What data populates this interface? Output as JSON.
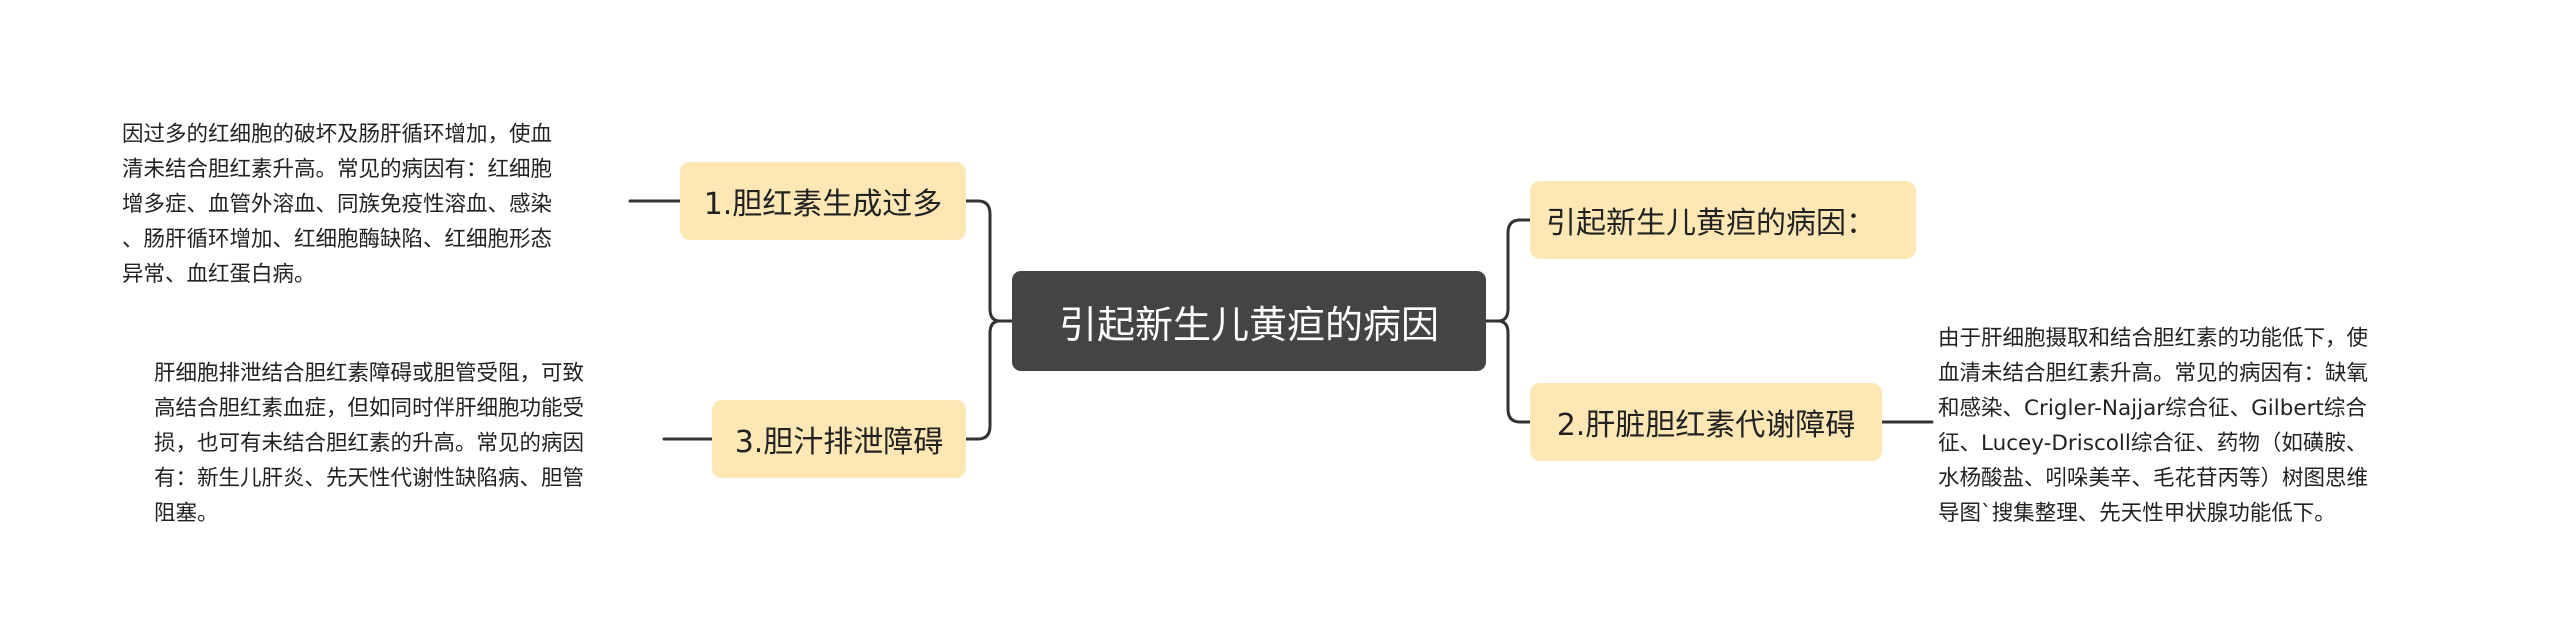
{
  "root": {
    "label": "引起新生儿黄疸的病因"
  },
  "branches": {
    "b1": {
      "label": "1.胆红素生成过多"
    },
    "b3": {
      "label": "3.胆汁排泄障碍"
    },
    "r1": {
      "label": "引起新生儿黄疸的病因："
    },
    "b2": {
      "label": "2.肝脏胆红素代谢障碍"
    }
  },
  "leaves": {
    "b1": {
      "lines": [
        "因过多的红细胞的破坏及肠肝循环增加，使血",
        "清未结合胆红素升高。常见的病因有：红细胞",
        "增多症、血管外溶血、同族免疫性溶血、感染",
        "、肠肝循环增加、红细胞酶缺陷、红细胞形态",
        "异常、血红蛋白病。"
      ]
    },
    "b3": {
      "lines": [
        "肝细胞排泄结合胆红素障碍或胆管受阻，可致",
        "高结合胆红素血症，但如同时伴肝细胞功能受",
        "损，也可有未结合胆红素的升高。常见的病因",
        "有：新生儿肝炎、先天性代谢性缺陷病、胆管",
        "阻塞。"
      ]
    },
    "b2": {
      "lines": [
        "由于肝细胞摄取和结合胆红素的功能低下，使",
        "血清未结合胆红素升高。常见的病因有：缺氧",
        "和感染、Crigler-Najjar综合征、Gilbert综合",
        "征、Lucey-Driscoll综合征、药物（如磺胺、",
        "水杨酸盐、吲哚美辛、毛花苷丙等）树图思维",
        "导图`搜集整理、先天性甲状腺功能低下。"
      ]
    }
  },
  "colors": {
    "root_bg": "#444444",
    "branch_bg": "#fde7b5",
    "connector": "#333333"
  }
}
